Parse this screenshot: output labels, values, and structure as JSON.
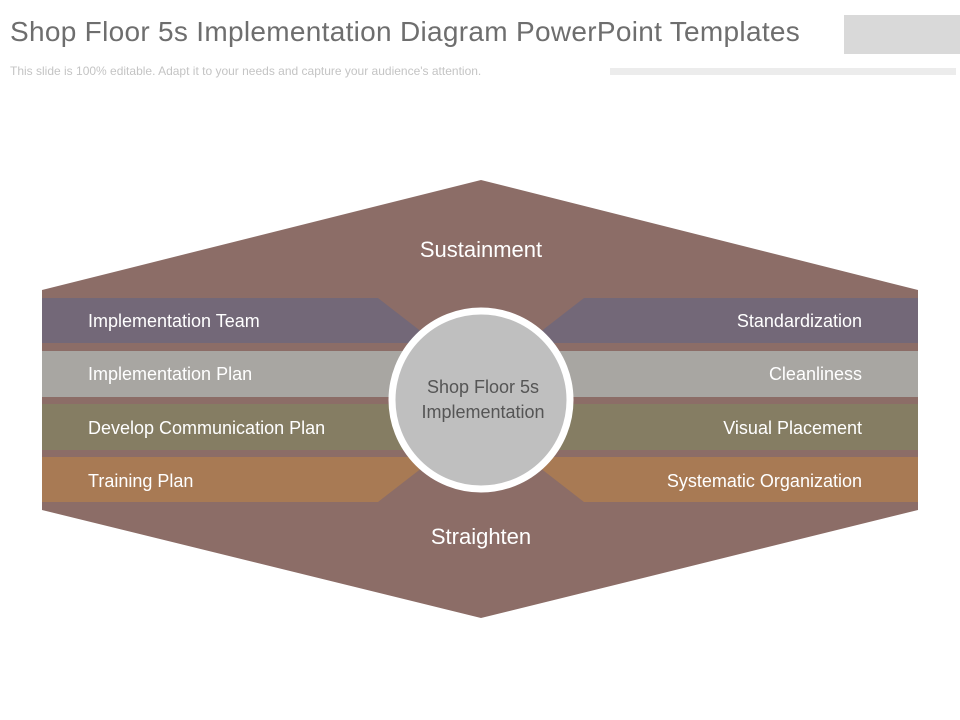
{
  "header": {
    "title": "Shop Floor 5s Implementation Diagram PowerPoint Templates",
    "subtitle": "This slide is 100% editable. Adapt it to your needs and capture your audience's attention."
  },
  "diagram": {
    "top_label": "Sustainment",
    "bottom_label": "Straighten",
    "center_label": [
      "Shop Floor 5s",
      "Implementation"
    ],
    "left_items": [
      "Implementation Team",
      "Implementation Plan",
      "Develop Communication Plan",
      "Training Plan"
    ],
    "right_items": [
      "Standardization",
      "Cleanliness",
      "Visual Placement",
      "Systematic Organization"
    ],
    "colors": {
      "hex": "#8c6d67",
      "row1": "#736878",
      "row2": "#a8a6a2",
      "row3": "#857d63",
      "row4": "#a87a54",
      "circle": "#bfbfbf"
    }
  }
}
